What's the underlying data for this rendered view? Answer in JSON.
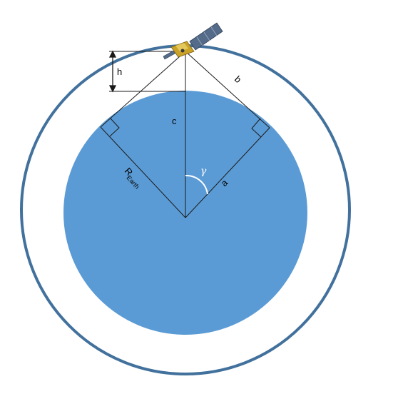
{
  "diagram": {
    "labels": {
      "altitude": "h",
      "slant_range": "b",
      "center_to_satellite": "c",
      "radius_main": "R",
      "radius_sub": "Earth",
      "horizon_radius": "a",
      "central_angle": "γ"
    },
    "colors": {
      "earth_fill": "#5b9bd5",
      "orbit_stroke": "#41719c",
      "line_stroke": "#1a1a1a",
      "satellite_body": "#c9a227",
      "solar_panel": "#556b8a",
      "angle_arc": "#ffffff"
    },
    "icons": {
      "satellite": "satellite-icon"
    }
  }
}
